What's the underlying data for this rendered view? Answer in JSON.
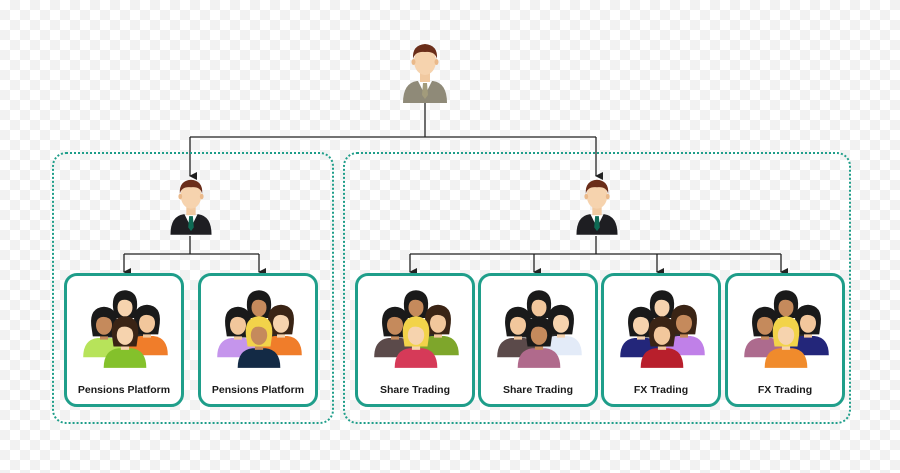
{
  "org_chart": {
    "ceo": {
      "icon": "businessman-icon",
      "suit_color": "#8f8a78",
      "tie_color": "#a29b7b"
    },
    "departments": [
      {
        "manager": {
          "icon": "businessman-icon",
          "suit_color": "#1e1e22",
          "tie_color": "#0f6b55"
        },
        "teams": [
          {
            "label": "Pensions Platform",
            "icon": "team-group-icon",
            "colors": [
              "#b7e35a",
              "#f07d2a",
              "#84c12b"
            ]
          },
          {
            "label": "Pensions Platform",
            "icon": "team-group-icon",
            "colors": [
              "#c595ec",
              "#f07d2a",
              "#132a45"
            ]
          }
        ]
      },
      {
        "manager": {
          "icon": "businessman-icon",
          "suit_color": "#1e1e22",
          "tie_color": "#0f6b55"
        },
        "teams": [
          {
            "label": "Share Trading",
            "icon": "team-group-icon",
            "colors": [
              "#5b4a4a",
              "#7ea62b",
              "#d63a58"
            ]
          },
          {
            "label": "Share Trading",
            "icon": "team-group-icon",
            "colors": [
              "#5b4a4a",
              "#e3ebf8",
              "#b06a8c"
            ]
          },
          {
            "label": "FX Trading",
            "icon": "team-group-icon",
            "colors": [
              "#23267a",
              "#c080e8",
              "#b81f2c"
            ]
          },
          {
            "label": "FX Trading",
            "icon": "team-group-icon",
            "colors": [
              "#ad6b8e",
              "#23267a",
              "#f08b2c"
            ]
          }
        ]
      }
    ],
    "border_color": "#1f9e8a"
  }
}
